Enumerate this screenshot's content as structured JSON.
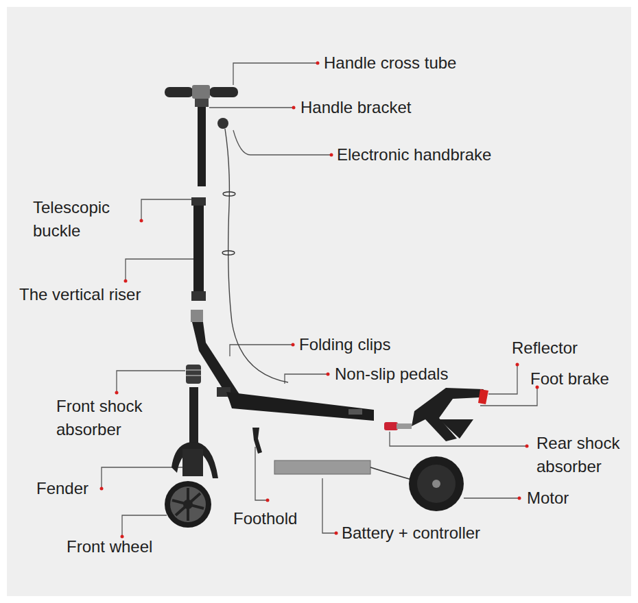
{
  "diagram": {
    "labels": [
      "Handle cross tube",
      "Handle bracket",
      "Electronic handbrake",
      "Telescopic buckle",
      "The vertical riser",
      "Folding clips",
      "Non-slip pedals",
      "Reflector",
      "Foot brake",
      "Front shock absorber",
      "Rear shock absorber",
      "Fender",
      "Motor",
      "Foothold",
      "Front wheel",
      "Battery + controller"
    ]
  }
}
